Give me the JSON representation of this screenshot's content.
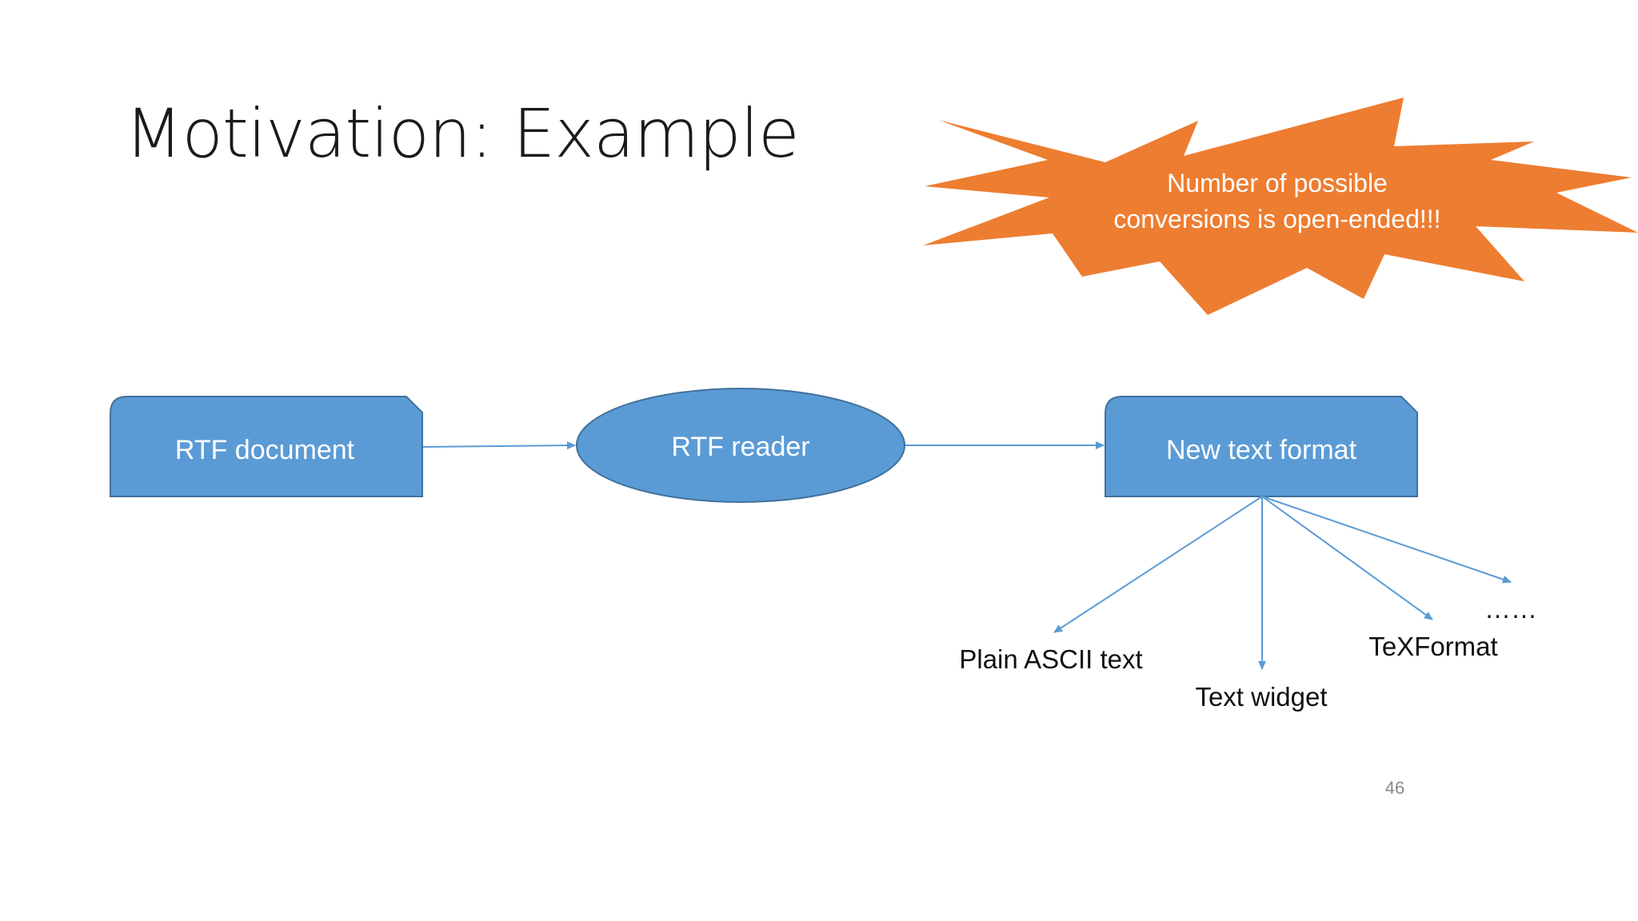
{
  "slide": {
    "title": "Motivation: Example",
    "page_number": "46"
  },
  "callout": {
    "line1": "Number of possible",
    "line2": "conversions is open-ended!!!",
    "color": "#ED7D31"
  },
  "nodes": {
    "rtf_document": "RTF document",
    "rtf_reader": "RTF reader",
    "new_text_format": "New text format",
    "fill_color": "#5B9BD5",
    "stroke_color": "#41719C"
  },
  "outputs": {
    "plain_ascii": "Plain ASCII text",
    "text_widget": "Text widget",
    "texformat": "TeXFormat",
    "more": "……"
  }
}
